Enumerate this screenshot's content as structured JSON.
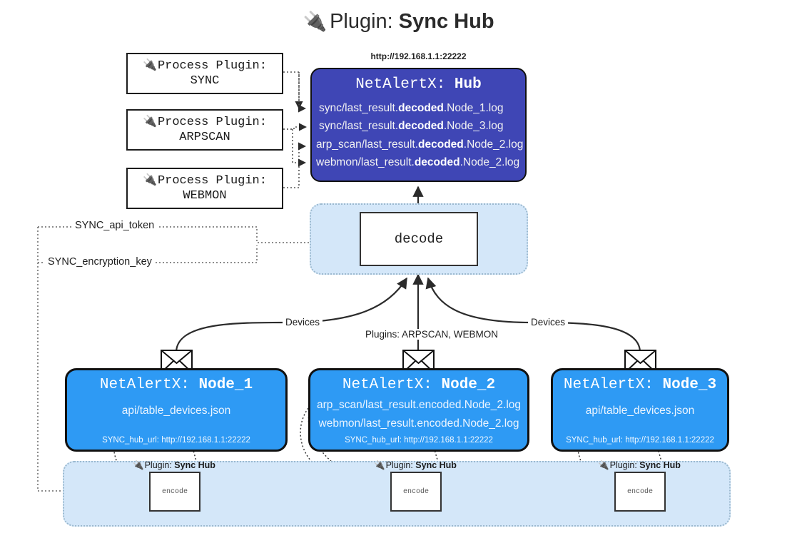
{
  "title": {
    "plug_icon": "plug-icon",
    "prefix": "Plugin: ",
    "name": "Sync Hub"
  },
  "process_plugins": [
    {
      "label": "Process Plugin:",
      "name": "SYNC"
    },
    {
      "label": "Process Plugin:",
      "name": "ARPSCAN"
    },
    {
      "label": "Process Plugin:",
      "name": "WEBMON"
    }
  ],
  "hub": {
    "url": "http://192.168.1.1:22222",
    "title_prefix": "NetAlertX: ",
    "title_name": "Hub",
    "lines": [
      {
        "pre": "sync/last_result.",
        "strong": "decoded",
        "post": ".Node_1.log"
      },
      {
        "pre": "sync/last_result.",
        "strong": "decoded",
        "post": ".Node_3.log"
      },
      {
        "pre": "arp_scan/last_result.",
        "strong": "decoded",
        "post": ".Node_2.log"
      },
      {
        "pre": "webmon/last_result.",
        "strong": "decoded",
        "post": ".Node_2.log"
      }
    ]
  },
  "decode": {
    "label": "decode"
  },
  "settings": {
    "api_token": "SYNC_api_token",
    "encryption_key": "SYNC_encryption_key"
  },
  "edges": {
    "devices_left": "Devices",
    "devices_right": "Devices",
    "plugins_center": "Plugins: ARPSCAN, WEBMON"
  },
  "nodes": [
    {
      "title_prefix": "NetAlertX: ",
      "title_name": "Node_1",
      "lines": [
        "api/table_devices.json"
      ],
      "foot": "SYNC_hub_url: http://192.168.1.1:22222"
    },
    {
      "title_prefix": "NetAlertX: ",
      "title_name": "Node_2",
      "lines": [
        "arp_scan/last_result.encoded.Node_2.log",
        "webmon/last_result.encoded.Node_2.log"
      ],
      "foot": "SYNC_hub_url: http://192.168.1.1:22222"
    },
    {
      "title_prefix": "NetAlertX: ",
      "title_name": "Node_3",
      "lines": [
        "api/table_devices.json"
      ],
      "foot": "SYNC_hub_url: http://192.168.1.1:22222"
    }
  ],
  "encoders": [
    {
      "label_prefix": "Plugin: ",
      "label_name": "Sync Hub",
      "box": "encode"
    },
    {
      "label_prefix": "Plugin: ",
      "label_name": "Sync Hub",
      "box": "encode"
    },
    {
      "label_prefix": "Plugin: ",
      "label_name": "Sync Hub",
      "box": "encode"
    }
  ],
  "colors": {
    "hub": "#3f46b5",
    "node": "#2e9af4",
    "pool": "#d4e7f9",
    "stroke": "#333333"
  }
}
